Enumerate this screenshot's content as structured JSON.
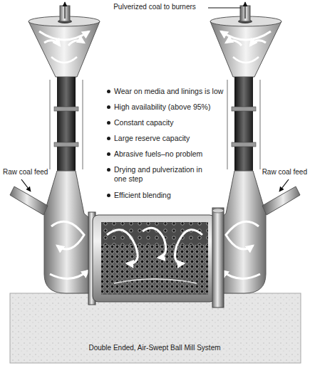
{
  "diagram": {
    "labels": [
      "Pulverized coal to burners",
      "Wear on media and linings is low",
      "High availability (above 95%)",
      "Constant capacity",
      "Large reserve capacity",
      "Abrasive fuels–no problem",
      "Drying and pulverization in one step",
      "Efficient blending",
      "Raw coal feed",
      "Raw coal feed",
      "Double Ended, Air-Swept Ball Mill System"
    ]
  }
}
